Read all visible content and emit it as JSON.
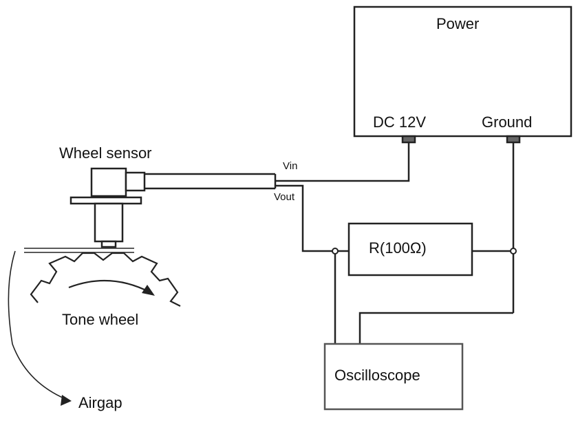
{
  "labels": {
    "power": "Power",
    "dc12v": "DC 12V",
    "ground": "Ground",
    "wheel_sensor": "Wheel sensor",
    "vin": "Vin",
    "vout": "Vout",
    "resistor": "R(100Ω)",
    "tone_wheel": "Tone wheel",
    "oscilloscope": "Oscilloscope",
    "airgap": "Airgap"
  },
  "colors": {
    "line": "#222222",
    "box_border": "#333333",
    "background": "#ffffff"
  }
}
